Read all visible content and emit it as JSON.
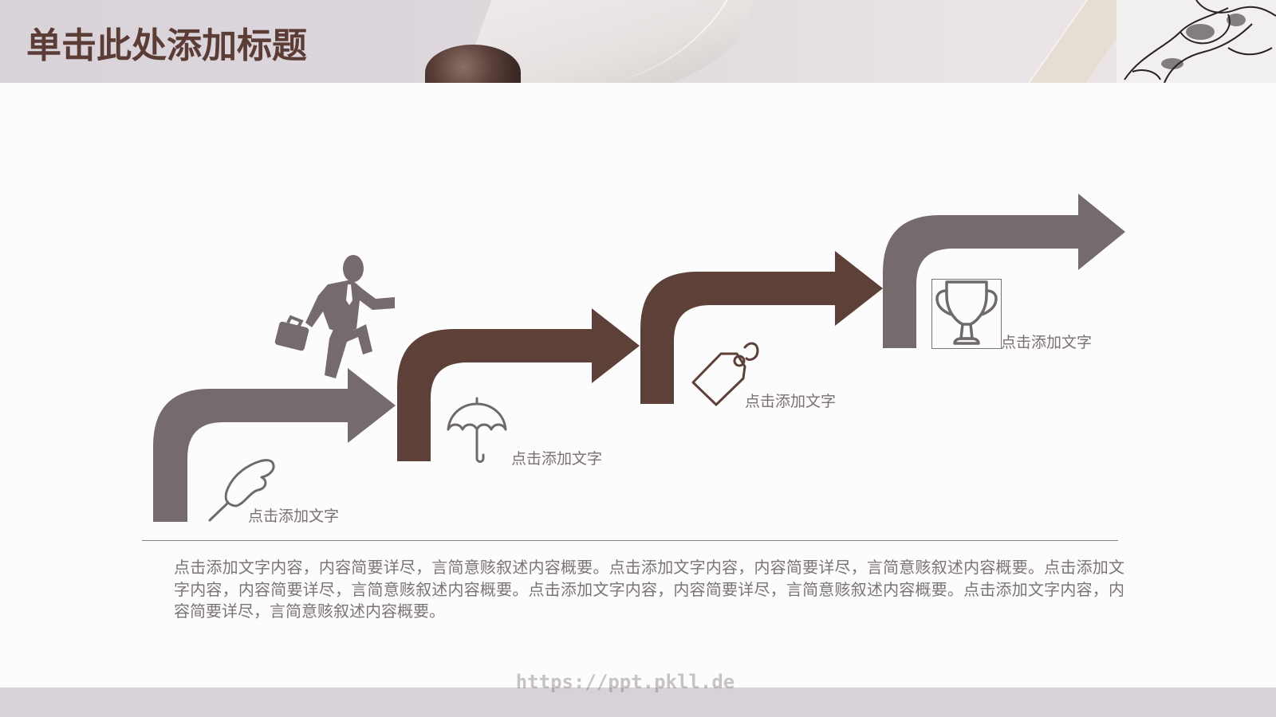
{
  "slide": {
    "title": "单击此处添加标题",
    "colors": {
      "title": "#5b3d35",
      "arrow_gray": "#766b6c",
      "arrow_brown": "#5d4038",
      "icon_gray": "#6f6a6a",
      "text_gray": "#7b7474",
      "footer_bar": "#d8d1d9"
    }
  },
  "steps": [
    {
      "label": "点击添加文字",
      "icon": "feather-quill-icon",
      "arrow_color": "gray"
    },
    {
      "label": "点击添加文字",
      "icon": "umbrella-icon",
      "arrow_color": "brown"
    },
    {
      "label": "点击添加文字",
      "icon": "price-tag-icon",
      "arrow_color": "brown"
    },
    {
      "label": "点击添加文字",
      "icon": "trophy-icon",
      "arrow_color": "gray"
    }
  ],
  "figure": {
    "icon": "running-businessman-icon"
  },
  "body": {
    "text": "点击添加文字内容，内容简要详尽，言简意赅叙述内容概要。点击添加文字内容，内容简要详尽，言简意赅叙述内容概要。点击添加文字内容，内容简要详尽，言简意赅叙述内容概要。点击添加文字内容，内容简要详尽，言简意赅叙述内容概要。点击添加文字内容，内容简要详尽，言简意赅叙述内容概要。"
  },
  "footer": {
    "watermark": "https://ppt.pkll.de"
  }
}
